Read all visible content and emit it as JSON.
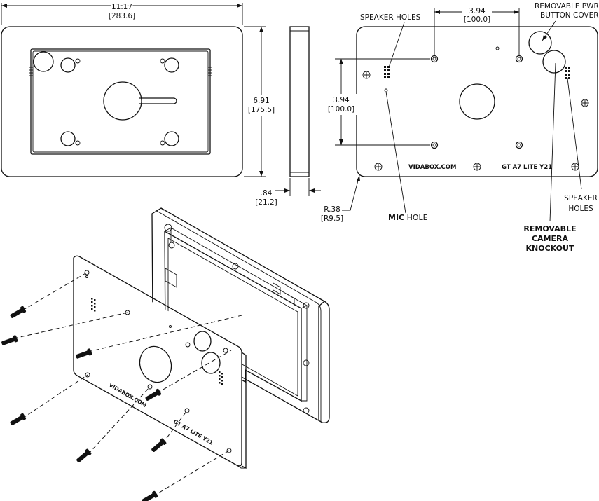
{
  "dimensions": {
    "width_in": "11.17",
    "width_mm": "[283.6]",
    "height_in": "6.91",
    "height_mm": "[175.5]",
    "depth_in": ".84",
    "depth_mm": "[21.2]",
    "hole_h_in": "3.94",
    "hole_h_mm": "[100.0]",
    "hole_v_in": "3.94",
    "hole_v_mm": "[100.0]",
    "radius_in": "R.38",
    "radius_mm": "[R9.5]"
  },
  "labels": {
    "speaker_holes_top": "SPEAKER HOLES",
    "removable_pwr_1": "REMOVABLE PWR",
    "removable_pwr_2": "BUTTON COVER",
    "mic_bold": "MIC",
    "mic_rest": " HOLE",
    "camera_1": "REMOVABLE",
    "camera_2": "CAMERA",
    "camera_3": "KNOCKOUT",
    "speaker_right_1": "SPEAKER",
    "speaker_right_2": "HOLES"
  },
  "plate_text": {
    "brand": "VIDABOX.COM",
    "model": "GT  A7  LITE  Y21"
  }
}
